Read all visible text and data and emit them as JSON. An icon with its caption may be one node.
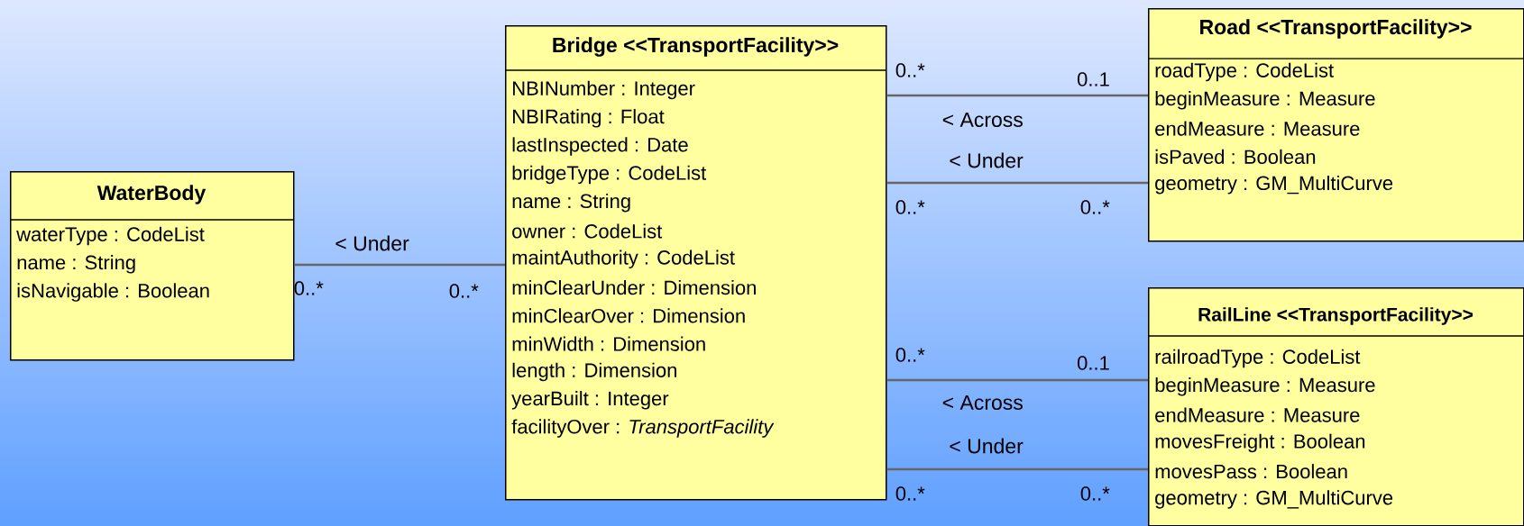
{
  "diagram": {
    "nodes": [
      {
        "text": [
          "WaterBody",
          "waterType : CodeList",
          "name : String",
          "isNavigable : Boolean"
        ]
      },
      {
        "text": [
          "Bridge <<TransportFacility>>",
          "NBINumber : Integer",
          "NBIRating : Float",
          "lastInspected : Date",
          "bridgeType : CodeList",
          "name : String",
          "owner : CodeList",
          "maintAuthority : CodeList",
          "minClearUnder : Dimension",
          "minClearOver : Dimension",
          "minWidth : Dimension",
          "length  : Dimension",
          "yearBuilt : Integer",
          "facilityOver : *TransportFacility*"
        ]
      },
      {
        "text": [
          "Road <<TransportFacility>>",
          "roadType : CodeList",
          "beginMeasure : Measure",
          "endMeasure : Measure",
          "isPaved : Boolean",
          "geometry : GM_MultiCurve"
        ]
      },
      {
        "text": [
          "RailLine <<TransportFacility>>",
          "railroadType : CodeList",
          "beginMeasure : Measure",
          "endMeasure : Measure",
          "movesFreight : Boolean",
          "movesPass : Boolean",
          "geometry : GM_MultiCurve"
        ]
      }
    ],
    "edges": [
      {
        "from": 0,
        "to": 1,
        "arrow": "none",
        "label": "< Under"
      },
      {
        "from": 1,
        "to": 2,
        "arrow": "none",
        "label": "< Across"
      },
      {
        "from": 1,
        "to": 2,
        "arrow": "none",
        "label": "< Under"
      },
      {
        "from": 1,
        "to": 3,
        "arrow": "none",
        "label": "< Across"
      },
      {
        "from": 1,
        "to": 3,
        "arrow": "none",
        "label": "< Under"
      }
    ],
    "labels": [
      "0..*",
      "0..1",
      "0..*",
      "0..*",
      "0..*",
      "0..1",
      "0..*",
      "0..*",
      "0..*",
      "0..*"
    ]
  }
}
